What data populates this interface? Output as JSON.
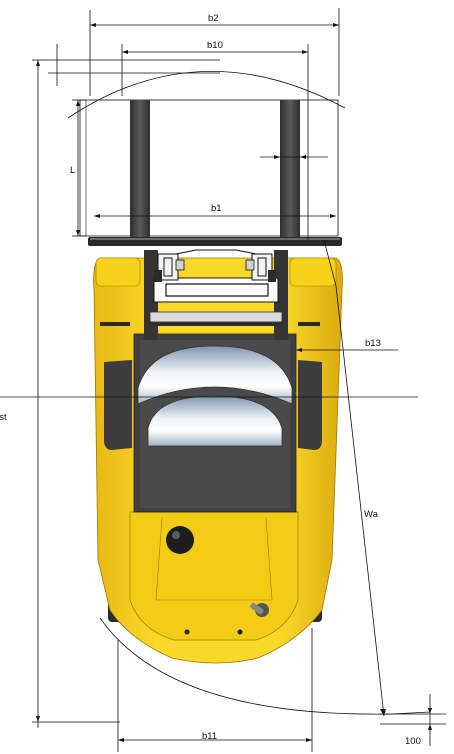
{
  "labels": {
    "b2": "b2",
    "b10": "b10",
    "L": "L",
    "b1": "b1",
    "b13": "b13",
    "ast": "ast",
    "wa": "Wa",
    "b11": "b11",
    "d100": "100"
  },
  "colors": {
    "body_yellow": "#f7d21a",
    "body_shade": "#d6a90c",
    "dark_gray": "#3d3d3d",
    "mid_gray": "#5c5c5c",
    "metal_light": "#e6eef6",
    "metal_dark": "#8ea2b6",
    "line": "#111111"
  }
}
